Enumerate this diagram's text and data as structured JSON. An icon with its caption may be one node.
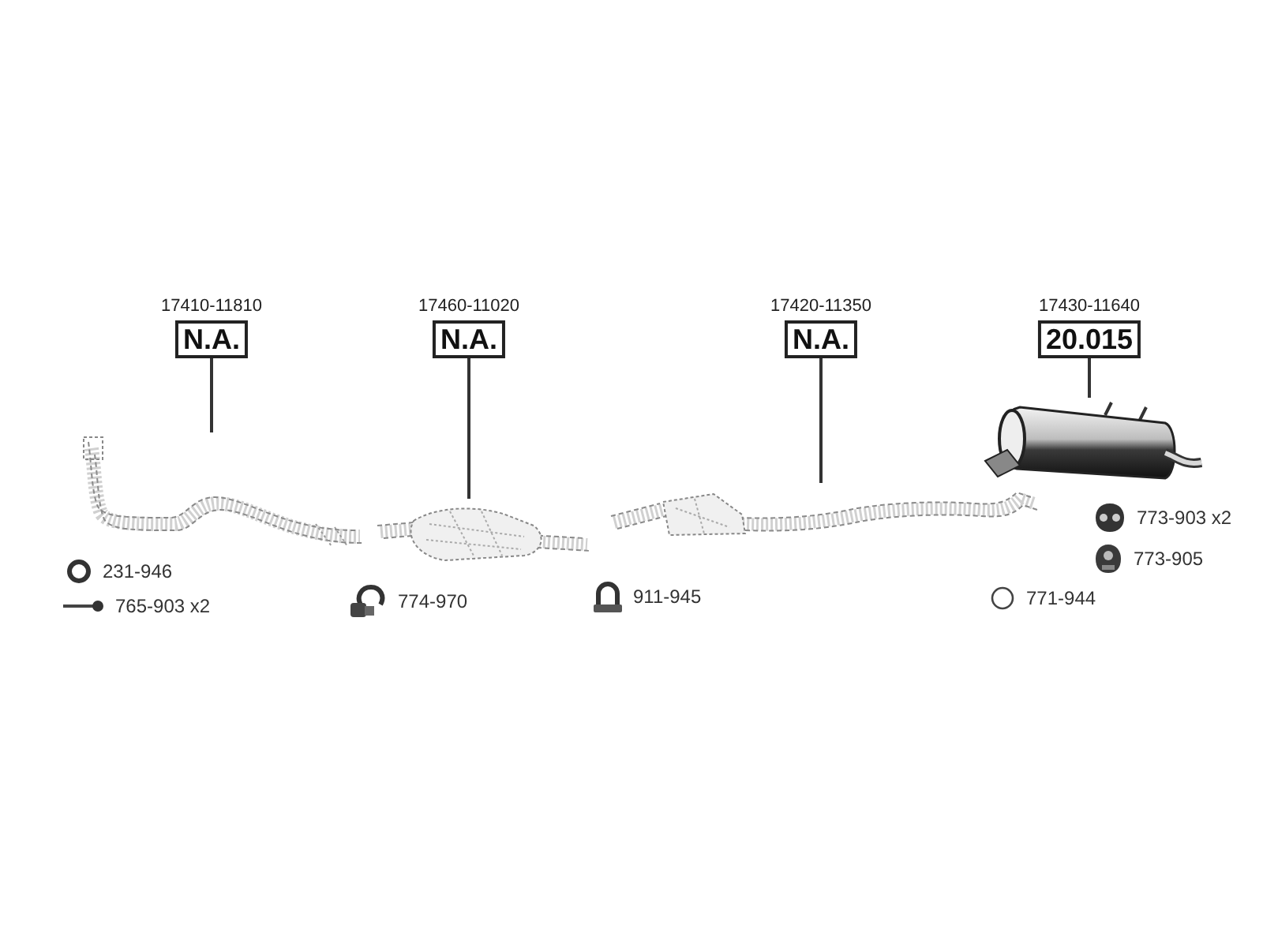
{
  "diagram": {
    "nodes": [
      {
        "text": [
          "17410-11810",
          "N.A."
        ]
      },
      {
        "text": [
          "17460-11020",
          "N.A."
        ]
      },
      {
        "text": [
          "17420-11350",
          "N.A."
        ]
      },
      {
        "text": [
          "17430-11640",
          "20.015"
        ]
      },
      {
        "text": [],
        "shape": "picture"
      },
      {
        "text": [],
        "shape": "picture"
      },
      {
        "text": [],
        "shape": "picture"
      },
      {
        "text": [],
        "shape": "picture"
      }
    ],
    "edges": [
      {
        "from": 0,
        "to": 4,
        "arrow": "none"
      },
      {
        "from": 1,
        "to": 5,
        "arrow": "none"
      },
      {
        "from": 2,
        "to": 6,
        "arrow": "none"
      },
      {
        "from": 3,
        "to": 7,
        "arrow": "none"
      }
    ],
    "labels": [
      "231-946",
      "765-903 x2",
      "774-970",
      "911-945",
      "771-944",
      "773-903 x2",
      "773-905"
    ]
  }
}
